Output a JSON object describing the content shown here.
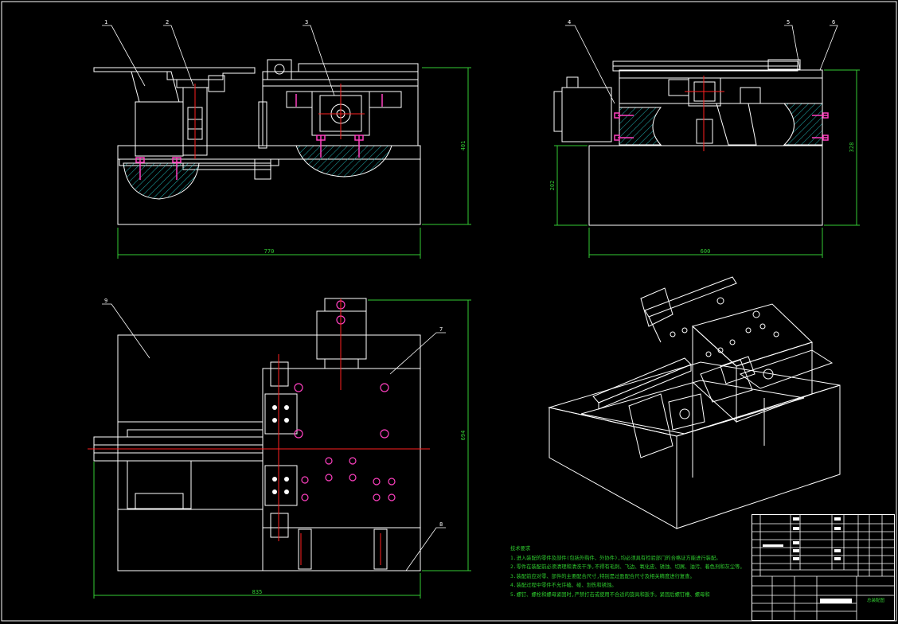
{
  "colors": {
    "background": "#000000",
    "outline": "#ffffff",
    "dimension": "#33cc33",
    "centerline": "#ff2020",
    "fastener": "#ff40c0",
    "hatch": "#22b8b8",
    "leader": "#ffffff"
  },
  "labels": {
    "p1": "1",
    "p2": "2",
    "p3": "3",
    "p4": "4",
    "p5": "5",
    "p6": "6",
    "p7": "7",
    "p8": "8",
    "p9": "9"
  },
  "dimensions": {
    "front_width": "770",
    "front_height": "401",
    "side_width": "600",
    "side_height_left": "202",
    "side_height_right": "328",
    "top_width": "835",
    "top_height": "694"
  },
  "notes": {
    "title": "技术要求",
    "lines": [
      "1.进入装配的零件及部件(包括外购件、外协件),均必须具有检验部门的合格证方能进行装配。",
      "2.零件在装配前必须清理和清洗干净,不得有毛刺、飞边、氧化皮、锈蚀、切屑、油污、着色剂和灰尘等。",
      "3.装配前应对零、部件的主要配合尺寸,特别是过盈配合尺寸及相关精度进行复查。",
      "4.装配过程中零件不允许磕、碰、划伤和锈蚀。",
      "5.螺钉、螺栓和螺母紧固时,严禁打击或使用不合适的旋具和扳手。紧固后螺钉槽、螺母和"
    ]
  },
  "title_block": {
    "drawing_name": "总装配图"
  }
}
